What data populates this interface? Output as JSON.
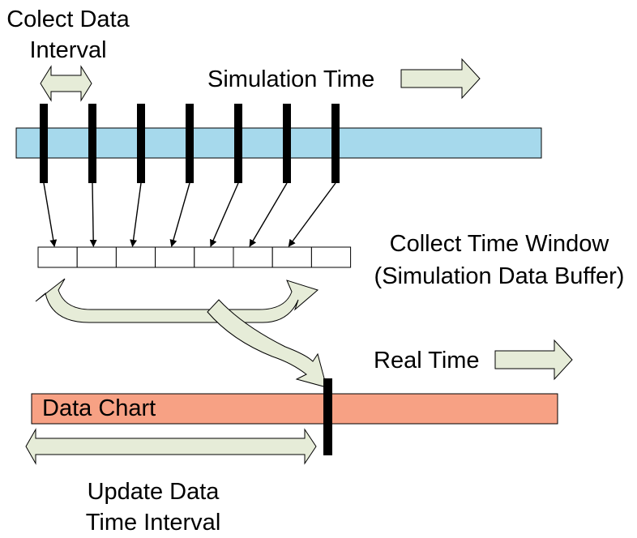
{
  "labels": {
    "collect_interval_line1": "Colect Data",
    "collect_interval_line2": "Interval",
    "simulation_time": "Simulation Time",
    "collect_window_line1": "Collect Time Window",
    "collect_window_line2": "(Simulation Data Buffer)",
    "real_time": "Real Time",
    "data_chart": "Data Chart",
    "update_interval_line1": "Update Data",
    "update_interval_line2": "Time Interval"
  },
  "colors": {
    "simulation_bar": "#a6d9ec",
    "data_chart_bar": "#f7a184",
    "arrow_fill": "#e6ecd8",
    "outline": "#000000",
    "buffer_cell": "#ffffff"
  },
  "buffer_cell_count": 8,
  "sample_marker_count": 7
}
